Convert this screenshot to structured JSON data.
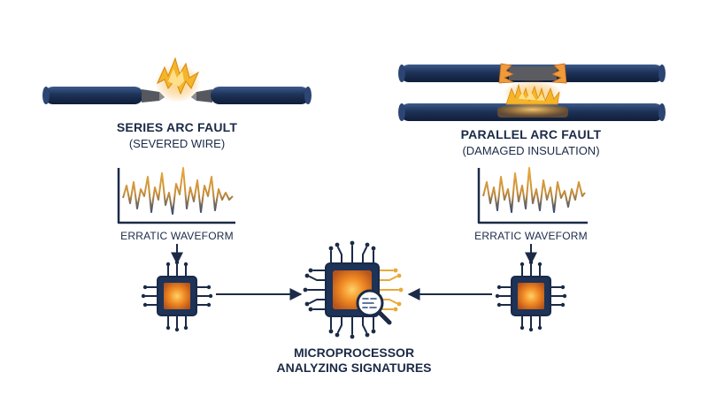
{
  "colors": {
    "navy": "#1b2a47",
    "wire_body": "#1e3358",
    "spark_orange": "#f2a122",
    "wave_gold": "#e3a63b",
    "wave_blue": "#2f4a7a",
    "chip_core": "#f08a24"
  },
  "series_fault": {
    "title": "SERIES ARC FAULT",
    "subtitle": "(SEVERED WIRE)",
    "waveform_label": "ERRATIC WAVEFORM"
  },
  "parallel_fault": {
    "title": "PARALLEL ARC FAULT",
    "subtitle": "(DAMAGED INSULATION)",
    "waveform_label": "ERRATIC WAVEFORM"
  },
  "processor": {
    "label_line1": "MICROPROCESSOR",
    "label_line2": "ANALYZING SIGNATURES",
    "icon": "magnifier-icon"
  }
}
